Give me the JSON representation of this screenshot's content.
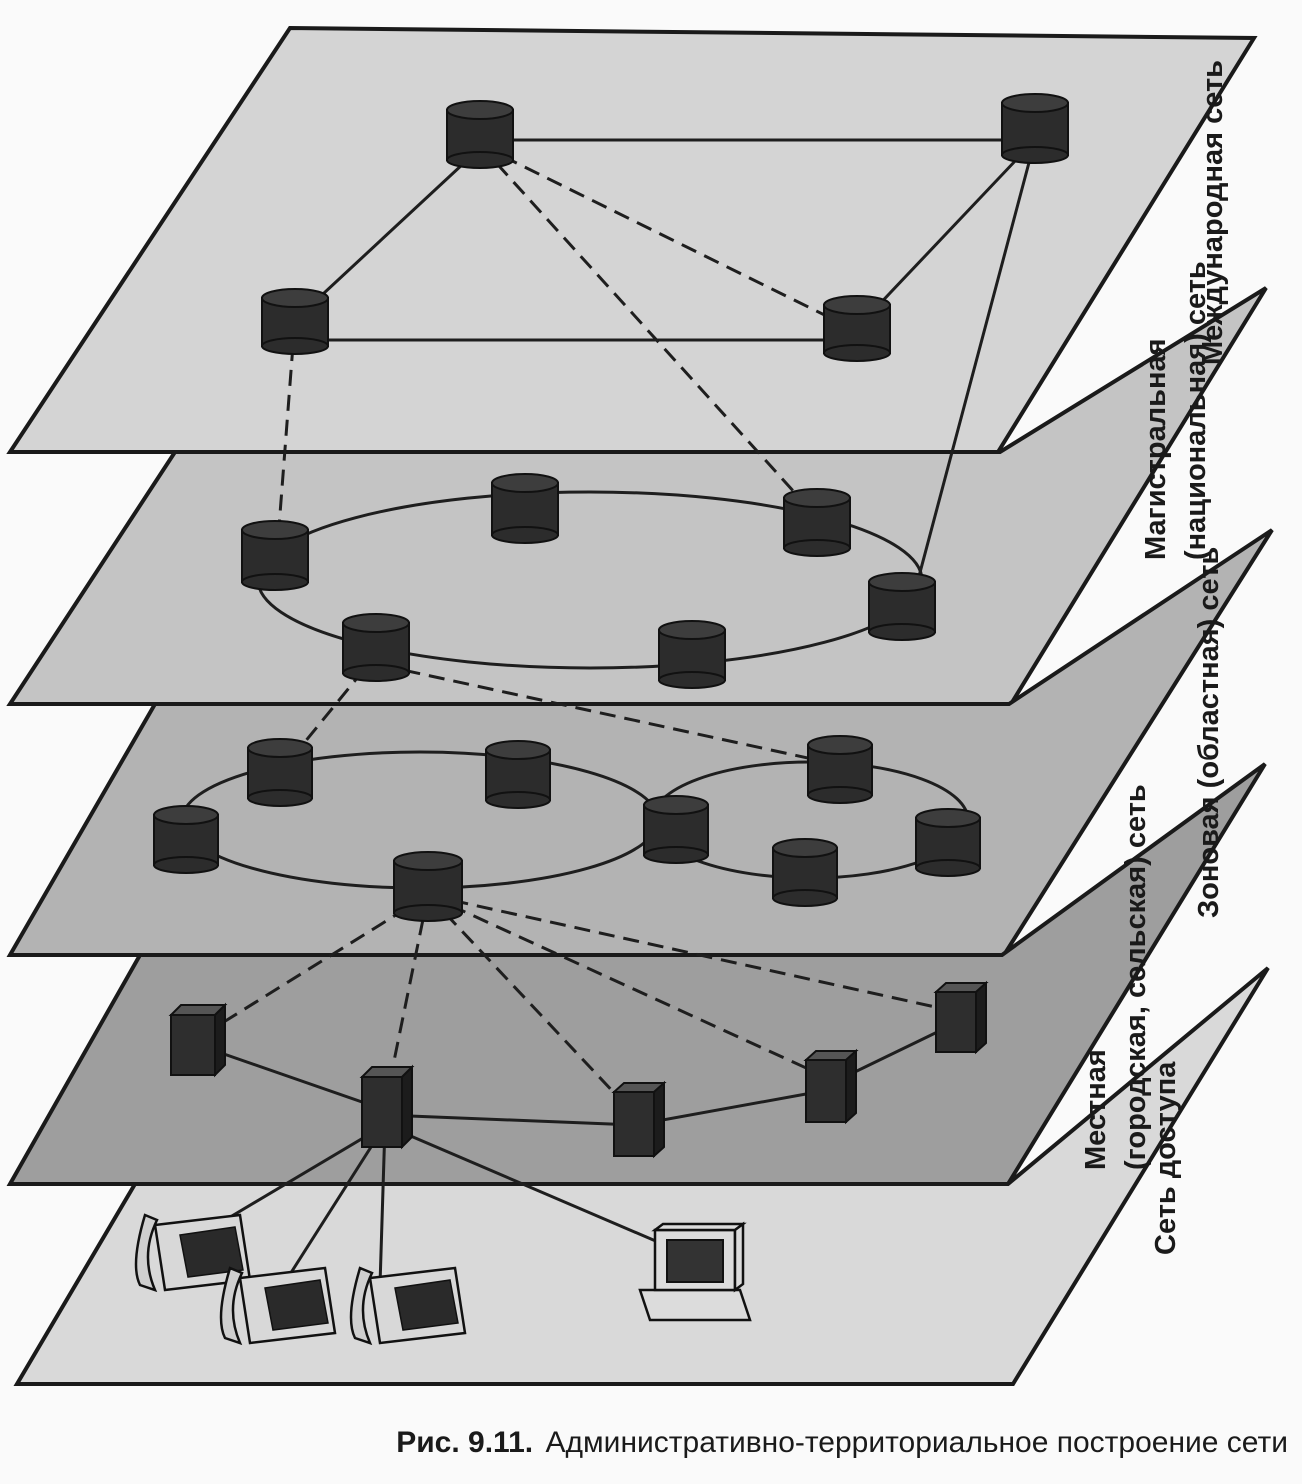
{
  "layers": [
    {
      "id": "international",
      "label_lines": [
        "Международная сеть"
      ],
      "fill": "#d4d4d4"
    },
    {
      "id": "trunk",
      "label_lines": [
        "Магистральная",
        "(национальная) сеть"
      ],
      "fill": "#c4c4c4"
    },
    {
      "id": "zonal",
      "label_lines": [
        "Зоновая (областная) сеть"
      ],
      "fill": "#b3b3b3"
    },
    {
      "id": "local",
      "label_lines": [
        "Местная",
        "(городская, сельская) сеть"
      ],
      "fill": "#9e9e9e"
    },
    {
      "id": "access",
      "label_lines": [
        "Сеть доступа"
      ],
      "fill": "#d9d9d9"
    }
  ],
  "caption": {
    "number": "Рис. 9.11.",
    "text": "Административно-территориальное построение сети"
  },
  "icons": {
    "exchange": "cylinder-node-icon",
    "local_exchange": "server-box-icon",
    "phone": "telephone-icon",
    "computer": "computer-icon"
  },
  "link_styles": {
    "solid": "intra-layer link",
    "dashed": "inter-layer link"
  }
}
